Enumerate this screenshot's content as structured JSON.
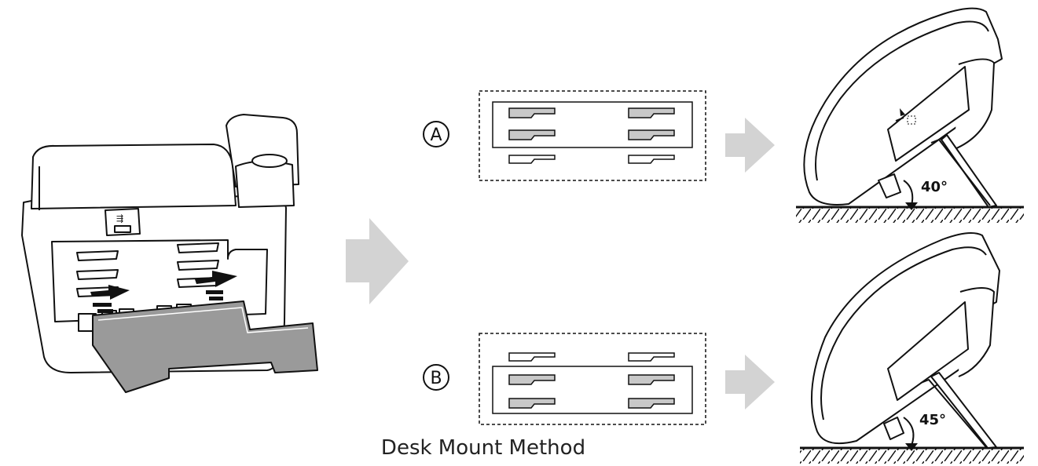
{
  "caption": "Desk Mount Method",
  "options": [
    {
      "label": "A",
      "angle": "40°",
      "active_slots": "upper"
    },
    {
      "label": "B",
      "angle": "45°",
      "active_slots": "lower"
    }
  ],
  "colors": {
    "line": "#111111",
    "arrow": "#d3d3d3",
    "slot_fill": "#c8c8c8",
    "shadow": "#e3e3e3",
    "stand": "#9a9a9a"
  }
}
